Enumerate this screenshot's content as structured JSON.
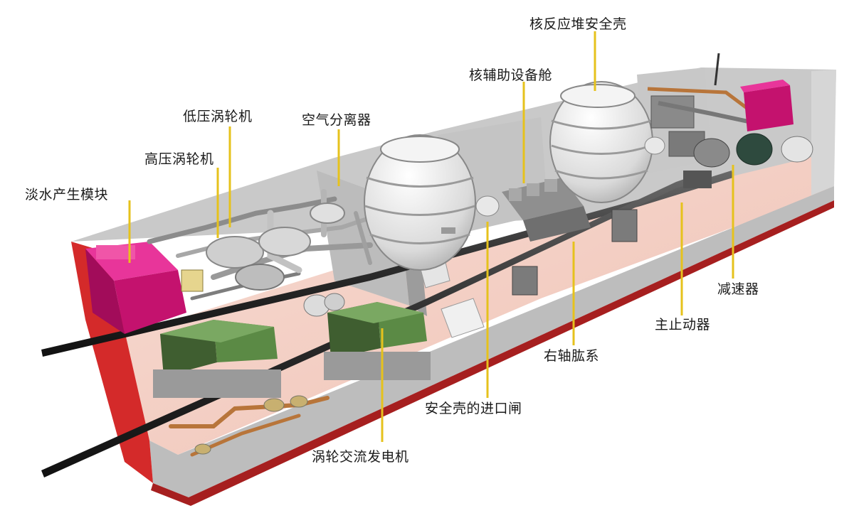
{
  "labels": {
    "containment_shell": "核反应堆安全壳",
    "aux_equipment_compartment": "核辅助设备舱",
    "low_pressure_turbine": "低压涡轮机",
    "air_separator": "空气分离器",
    "high_pressure_turbine": "高压涡轮机",
    "freshwater_module": "淡水产生模块",
    "reduction_gear": "减速器",
    "main_thrust_bearing": "主止动器",
    "starboard_shafting": "右轴肱系",
    "containment_entry_hatch": "安全壳的进口闸",
    "turbo_alternator": "涡轮交流发电机"
  },
  "colors": {
    "leader_line": "#e6c21c",
    "hull_red": "#d42a2a",
    "module_magenta": "#c4126e",
    "machinery_green": "#4f7a3c",
    "floor_pink": "#f3d0c8",
    "wall_grey": "#b9b9b9",
    "pipe_copper": "#b8753a",
    "reactor_white": "#eeeeee"
  }
}
